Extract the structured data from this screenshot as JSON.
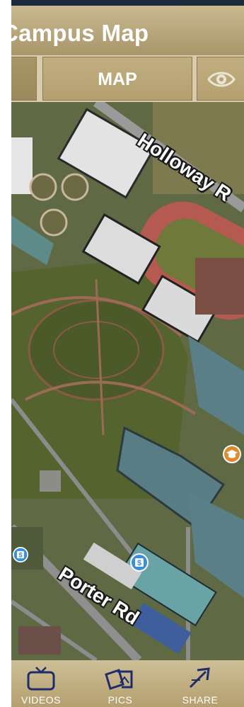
{
  "header": {
    "title": "Campus Map"
  },
  "tabs": [
    {
      "label": ""
    },
    {
      "label": "MAP"
    },
    {
      "icon": "eye-icon"
    }
  ],
  "map": {
    "roads": [
      {
        "label": "Holloway R"
      },
      {
        "label": "Porter Rd"
      }
    ],
    "pins": [
      {
        "icon": "graduation-cap-icon",
        "color": "#e08a2e"
      },
      {
        "icon": "dollar-bank-icon",
        "color": "#3a8fd6"
      },
      {
        "icon": "dollar-bank-icon",
        "color": "#3a8fd6"
      }
    ]
  },
  "bottom_nav": [
    {
      "label": "VIDEOS",
      "icon": "tv-icon"
    },
    {
      "label": "PICS",
      "icon": "photos-icon"
    },
    {
      "label": "SHARE",
      "icon": "share-arrow-icon"
    }
  ],
  "colors": {
    "accent": "#b8a473",
    "nav_icon": "#1f2c6b"
  }
}
